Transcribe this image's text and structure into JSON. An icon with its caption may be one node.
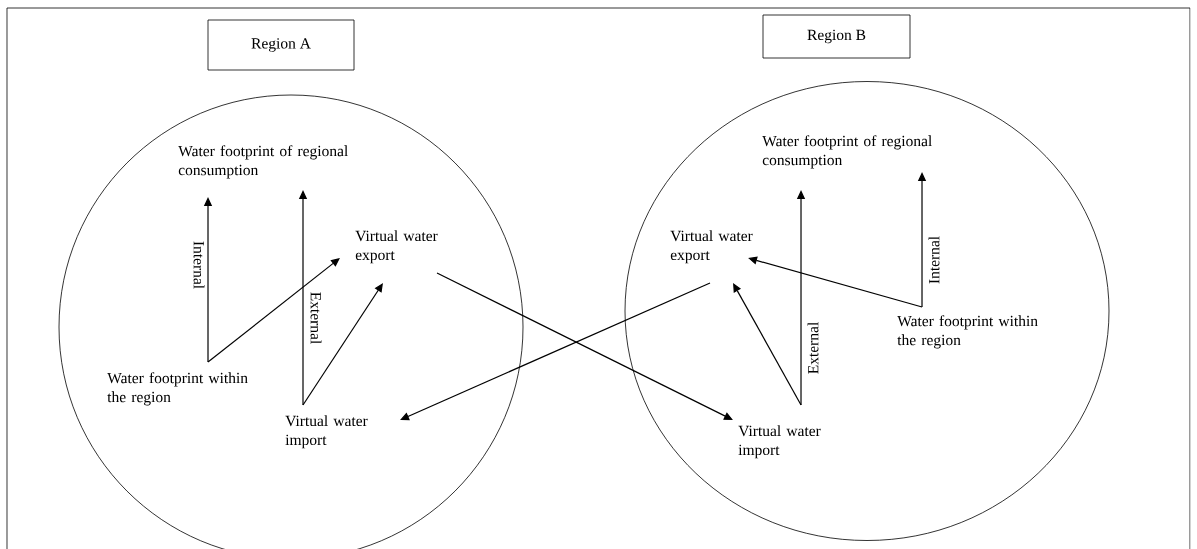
{
  "diagram": {
    "nodes": [
      {
        "text": [
          "Region A"
        ]
      },
      {
        "text": [],
        "shape": "circle"
      },
      {
        "text": [
          "Water footprint of regional consumption"
        ],
        "in": 1
      },
      {
        "text": [
          "Virtual water export"
        ],
        "in": 1
      },
      {
        "text": [
          "Water footprint within the region"
        ],
        "in": 1
      },
      {
        "text": [
          "Virtual water import"
        ],
        "in": 1
      },
      {
        "text": [
          "Region B"
        ]
      },
      {
        "text": [],
        "shape": "circle"
      },
      {
        "text": [
          "Water footprint of regional consumption"
        ],
        "in": 7
      },
      {
        "text": [
          "Virtual water export"
        ],
        "in": 7
      },
      {
        "text": [
          "Water footprint within the region"
        ],
        "in": 7
      },
      {
        "text": [
          "Virtual water import"
        ],
        "in": 7
      }
    ],
    "edges": [
      {
        "from": 4,
        "to": 2,
        "arrow": "to",
        "label": "Internal"
      },
      {
        "from": 4,
        "to": 3,
        "arrow": "to"
      },
      {
        "from": 5,
        "to": 2,
        "arrow": "to",
        "label": "External"
      },
      {
        "from": 5,
        "to": 3,
        "arrow": "to"
      },
      {
        "from": 3,
        "to": 11,
        "arrow": "to"
      },
      {
        "from": 9,
        "to": 5,
        "arrow": "to"
      },
      {
        "from": 11,
        "to": 8,
        "arrow": "to",
        "label": "External"
      },
      {
        "from": 11,
        "to": 9,
        "arrow": "to"
      },
      {
        "from": 10,
        "to": 8,
        "arrow": "to",
        "label": "Internal"
      },
      {
        "from": 10,
        "to": 9,
        "arrow": "to"
      }
    ]
  }
}
